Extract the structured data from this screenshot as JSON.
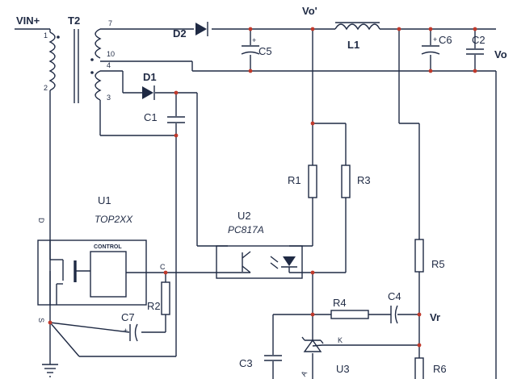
{
  "nets": {
    "vin": "VIN+",
    "vo_prime": "Vo'",
    "vo": "Vo",
    "vr": "Vr"
  },
  "transformer": {
    "ref": "T2",
    "pins": [
      "1",
      "2",
      "7",
      "10",
      "4",
      "3"
    ]
  },
  "diodes": {
    "d2": "D2",
    "d1": "D1"
  },
  "capacitors": {
    "c5": "C5",
    "c6": "C6",
    "c2": "C2",
    "c1": "C1",
    "c7": "C7",
    "c3": "C3",
    "c4": "C4"
  },
  "inductor": {
    "l1": "L1"
  },
  "resistors": {
    "r1": "R1",
    "r3": "R3",
    "r5": "R5",
    "r2": "R2",
    "r4": "R4",
    "r6": "R6"
  },
  "u1": {
    "ref": "U1",
    "part": "TOP2XX",
    "control_label": "CONTROL",
    "pin_d": "D",
    "pin_c": "C",
    "pin_s": "S"
  },
  "u2": {
    "ref": "U2",
    "part": "PC817A"
  },
  "u3": {
    "ref": "U3",
    "pin_k": "K",
    "pin_a": "A"
  },
  "polarity": "+"
}
